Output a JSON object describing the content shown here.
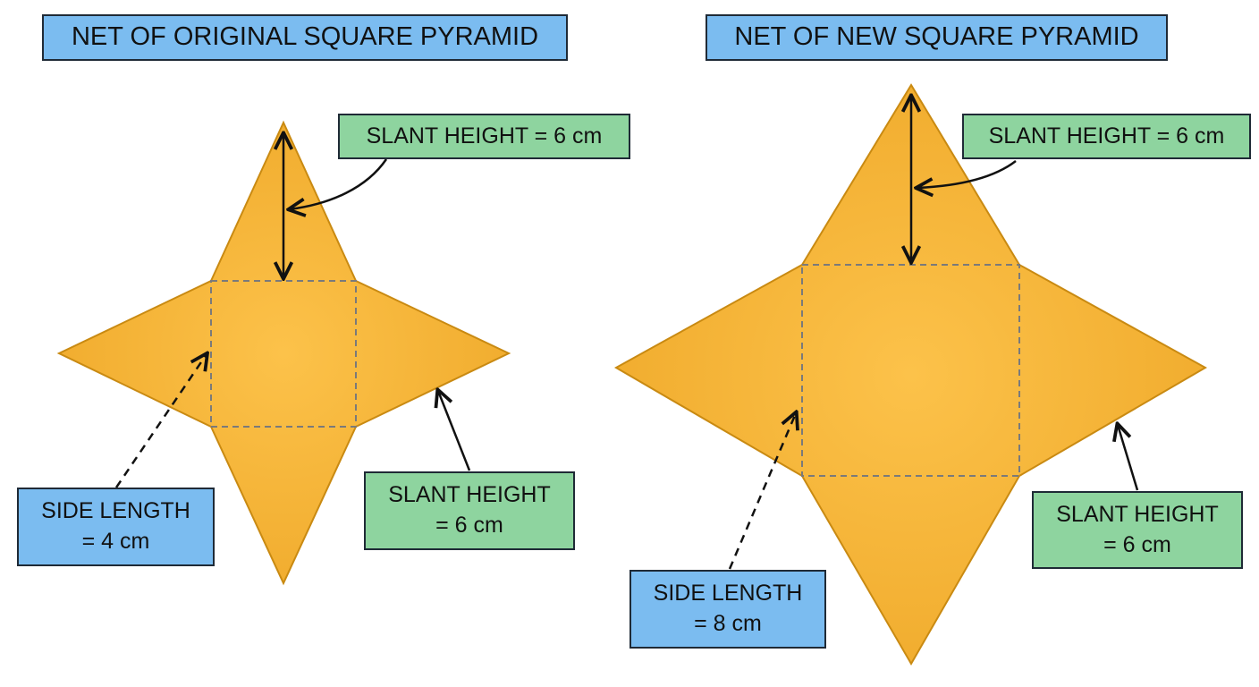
{
  "left": {
    "title": "NET OF ORIGINAL SQUARE PYRAMID",
    "slant_top": "SLANT HEIGHT = 6 cm",
    "side_line1": "SIDE LENGTH",
    "side_line2": "= 4 cm",
    "slant_right_line1": "SLANT HEIGHT",
    "slant_right_line2": "= 6 cm"
  },
  "right": {
    "title": "NET OF NEW SQUARE PYRAMID",
    "slant_top": "SLANT HEIGHT = 6 cm",
    "side_line1": "SIDE LENGTH",
    "side_line2": "= 8 cm",
    "slant_right_line1": "SLANT HEIGHT",
    "slant_right_line2": "= 6 cm"
  },
  "colors": {
    "face": "#f8b93a",
    "face_edge": "#c98a12",
    "label_blue": "#7bbcf0",
    "label_green": "#8ed49f"
  }
}
